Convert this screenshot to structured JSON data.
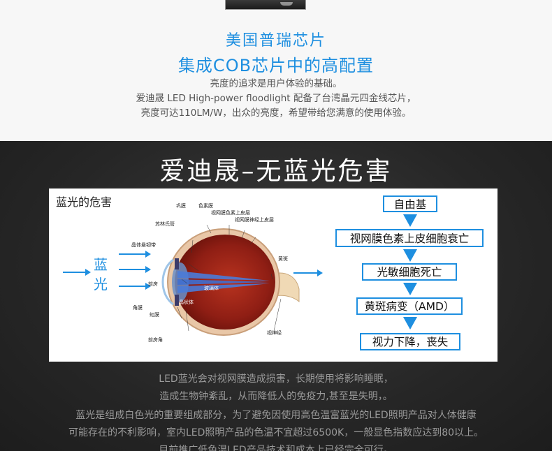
{
  "header": {
    "title1": "美国普瑞芯片",
    "title2": "集成COB芯片中的高配置",
    "lines": [
      "亮度的追求是用户体验的基础。",
      "爱迪晟 LED High-power floodlight 配备了台湾晶元四金线芯片，",
      "亮度可达110LM/W，出众的亮度，希望带给您满意的使用体验。"
    ]
  },
  "hazard": {
    "title": "爱迪晟–无蓝光危害",
    "panel_title": "蓝光的危害",
    "blue_label_1": "蓝",
    "blue_label_2": "光",
    "eye_labels": {
      "l1": "巩膜",
      "l2": "色素膜",
      "l3": "视网膜色素上皮层",
      "l4": "视网膜神经上皮层",
      "l5": "苏林氏管",
      "l6": "晶体悬韧带",
      "l7": "黄斑",
      "l8": "玻璃体",
      "l9": "前房",
      "l10": "晶状体",
      "l11": "角膜",
      "l12": "虹膜",
      "l13": "视神经",
      "l14": "前房角"
    },
    "flow": [
      "自由基",
      "视网膜色素上皮细胞衰亡",
      "光敏细胞死亡",
      "黄斑病变（AMD）",
      "视力下降，丧失"
    ],
    "colors": {
      "accent": "#1e8fe0",
      "eye_red": "#b0251a"
    }
  },
  "footer": {
    "lines": [
      "LED蓝光会对视网膜造成损害，长期使用将影响睡眠，",
      "造成生物钟紊乱，从而降低人的免疫力,甚至是失明，。",
      "蓝光是组成白色光的重要组成部分，为了避免因使用高色温富蓝光的LED照明产品对人体健康",
      "可能存在的不利影响，室内LED照明产品的色温不宜超过6500K，一般显色指数应达到80以上。",
      "目前推广低色温LED产品技术和成本上已经完全可行。"
    ]
  }
}
